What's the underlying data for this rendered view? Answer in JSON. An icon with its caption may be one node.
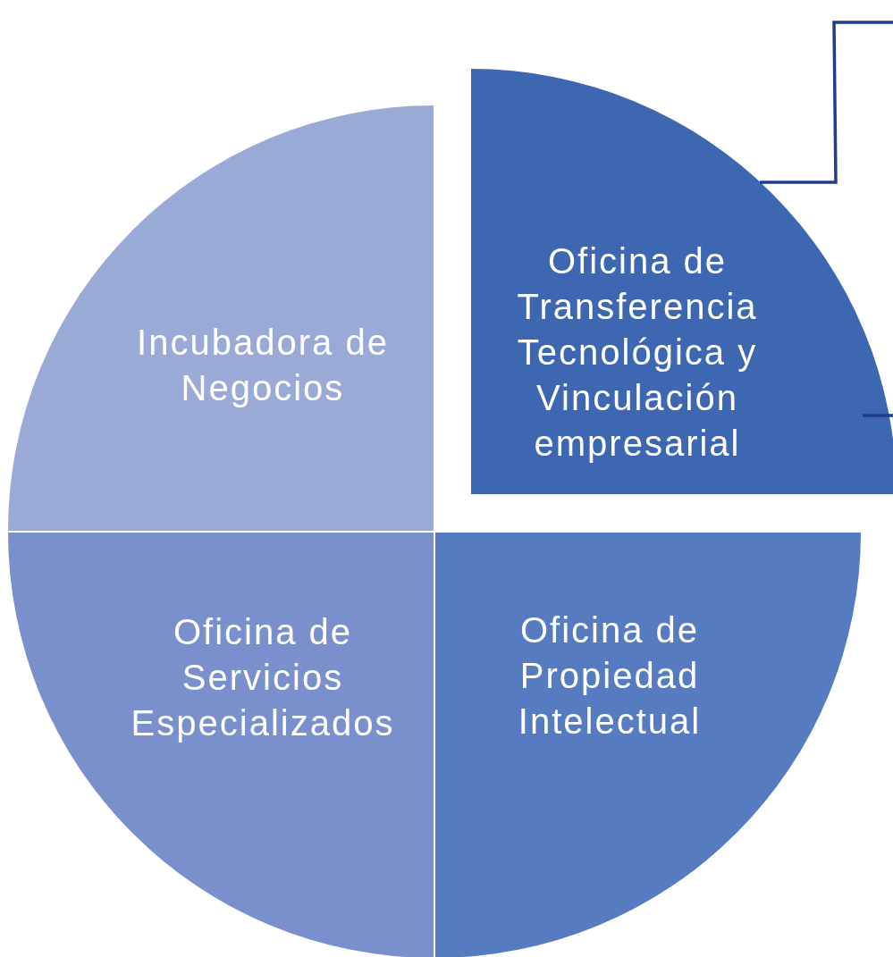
{
  "diagram": {
    "nodes": [
      {
        "text": [
          "Incubadora de Negocios"
        ]
      },
      {
        "text": [
          "Oficina de Transferencia Tecnológica y Vinculación empresarial"
        ]
      },
      {
        "text": [
          "Oficina de Servicios Especializados"
        ]
      },
      {
        "text": [
          "Oficina de Propiedad Intelectual"
        ]
      }
    ],
    "edges": [
      {
        "from": 1,
        "to": null,
        "arrow": "none",
        "color": "#1f3d8f"
      },
      {
        "from": 1,
        "to": null,
        "arrow": "none",
        "color": "#1f3d8f"
      }
    ]
  }
}
